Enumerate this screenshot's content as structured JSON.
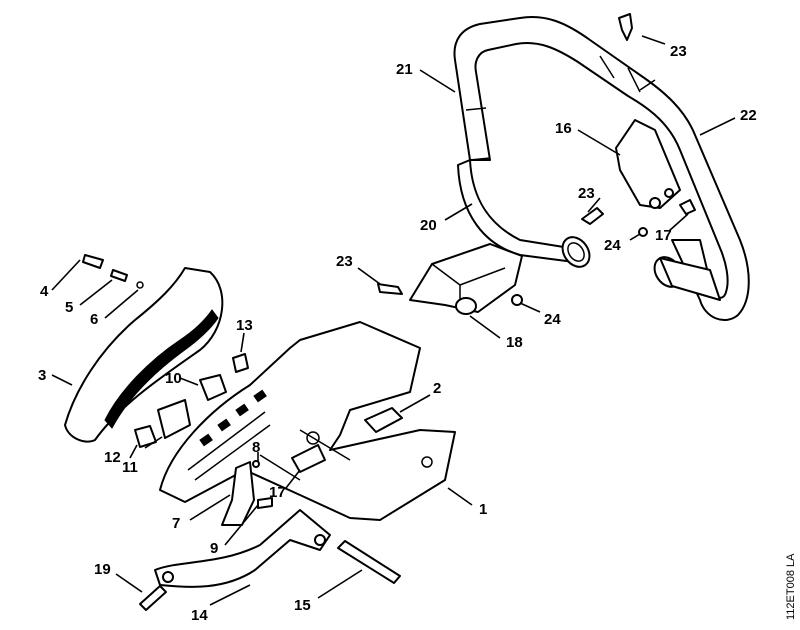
{
  "diagram_code": "112ET008 LA",
  "callouts": [
    {
      "id": "1",
      "label": "1"
    },
    {
      "id": "2",
      "label": "2"
    },
    {
      "id": "3",
      "label": "3"
    },
    {
      "id": "4",
      "label": "4"
    },
    {
      "id": "5",
      "label": "5"
    },
    {
      "id": "6",
      "label": "6"
    },
    {
      "id": "7",
      "label": "7"
    },
    {
      "id": "8",
      "label": "8"
    },
    {
      "id": "9",
      "label": "9"
    },
    {
      "id": "10",
      "label": "10"
    },
    {
      "id": "11",
      "label": "11"
    },
    {
      "id": "12",
      "label": "12"
    },
    {
      "id": "13",
      "label": "13"
    },
    {
      "id": "14",
      "label": "14"
    },
    {
      "id": "15",
      "label": "15"
    },
    {
      "id": "16",
      "label": "16"
    },
    {
      "id": "17a",
      "label": "17"
    },
    {
      "id": "17b",
      "label": "17"
    },
    {
      "id": "18",
      "label": "18"
    },
    {
      "id": "19",
      "label": "19"
    },
    {
      "id": "20",
      "label": "20"
    },
    {
      "id": "21",
      "label": "21"
    },
    {
      "id": "22",
      "label": "22"
    },
    {
      "id": "23a",
      "label": "23"
    },
    {
      "id": "23b",
      "label": "23"
    },
    {
      "id": "23c",
      "label": "23"
    },
    {
      "id": "24a",
      "label": "24"
    },
    {
      "id": "24b",
      "label": "24"
    }
  ]
}
